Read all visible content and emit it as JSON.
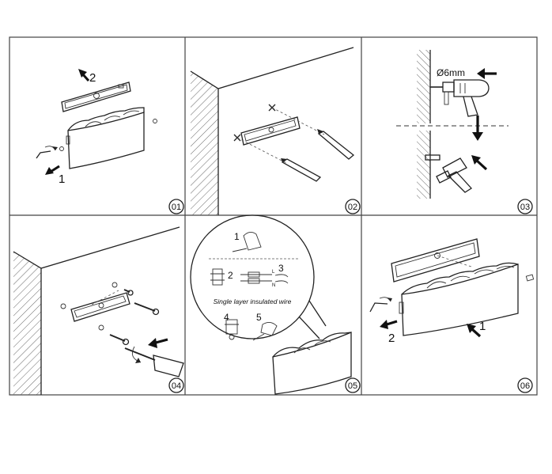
{
  "diagram": {
    "panels": [
      {
        "number": "01",
        "steps": [
          "2",
          "1"
        ]
      },
      {
        "number": "02",
        "steps": []
      },
      {
        "number": "03",
        "drill_label": "Ø6mm"
      },
      {
        "number": "04",
        "steps": []
      },
      {
        "number": "05",
        "steps": [
          "1",
          "2",
          "3",
          "4",
          "5"
        ],
        "wire_label": "Single layer insulated wire",
        "terminal_labels": [
          "L",
          "N"
        ]
      },
      {
        "number": "06",
        "steps": [
          "1",
          "2"
        ]
      }
    ]
  }
}
